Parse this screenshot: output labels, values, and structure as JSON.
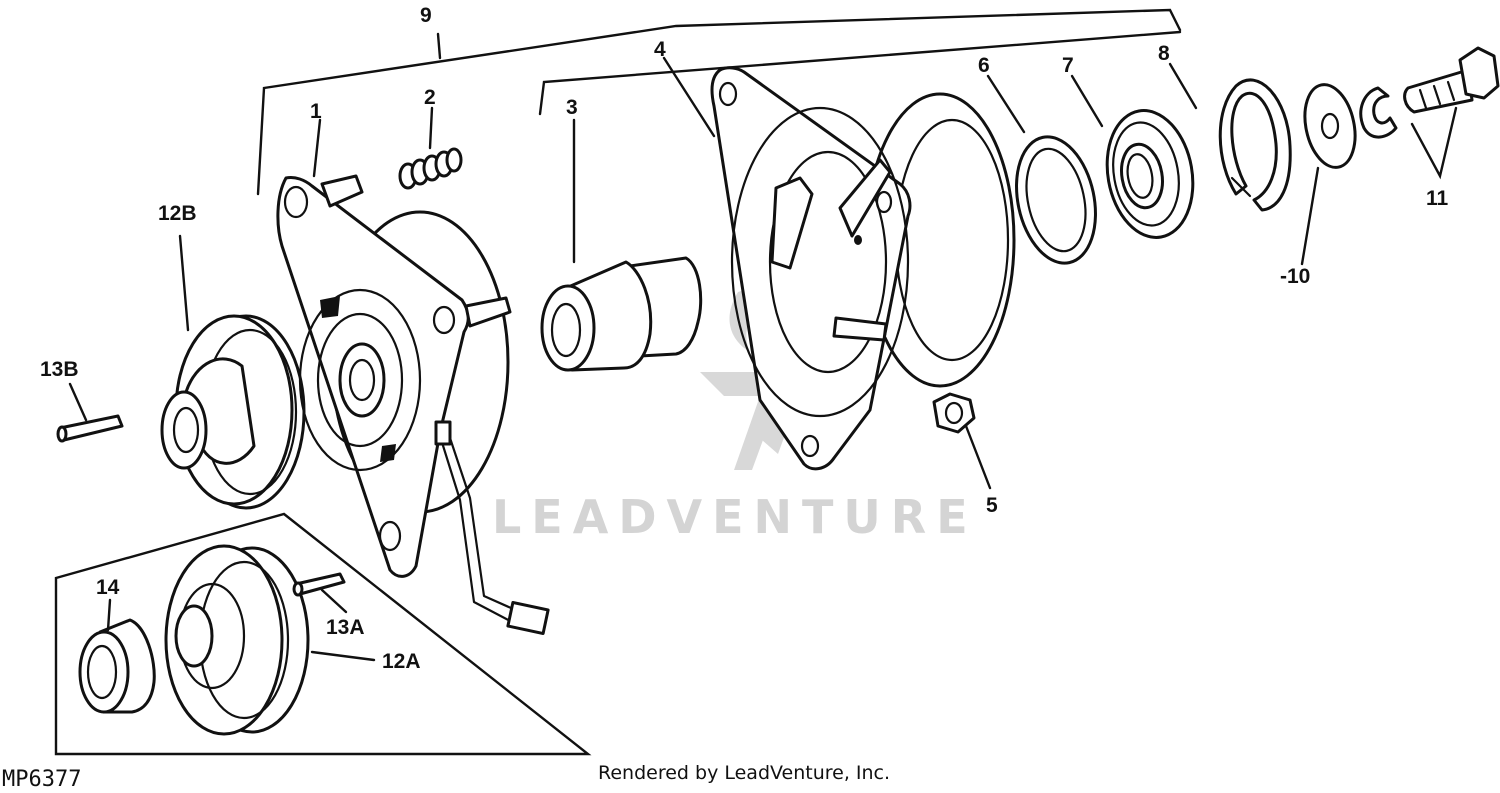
{
  "figure_code": "MP6377",
  "credit": "Rendered by LeadVenture, Inc.",
  "watermark": {
    "text": "LEADVENTURE",
    "color": "#d4d4d4"
  },
  "callouts": [
    {
      "id": "c1",
      "text": "1"
    },
    {
      "id": "c2",
      "text": "2"
    },
    {
      "id": "c3",
      "text": "3"
    },
    {
      "id": "c4",
      "text": "4"
    },
    {
      "id": "c5",
      "text": "5"
    },
    {
      "id": "c6",
      "text": "6"
    },
    {
      "id": "c7",
      "text": "7"
    },
    {
      "id": "c8",
      "text": "8"
    },
    {
      "id": "c9",
      "text": "9"
    },
    {
      "id": "c10",
      "text": "-10"
    },
    {
      "id": "c11",
      "text": "11"
    },
    {
      "id": "c12A",
      "text": "12A"
    },
    {
      "id": "c12B",
      "text": "12B"
    },
    {
      "id": "c13A",
      "text": "13A"
    },
    {
      "id": "c13B",
      "text": "13B"
    },
    {
      "id": "c14",
      "text": "14"
    }
  ]
}
